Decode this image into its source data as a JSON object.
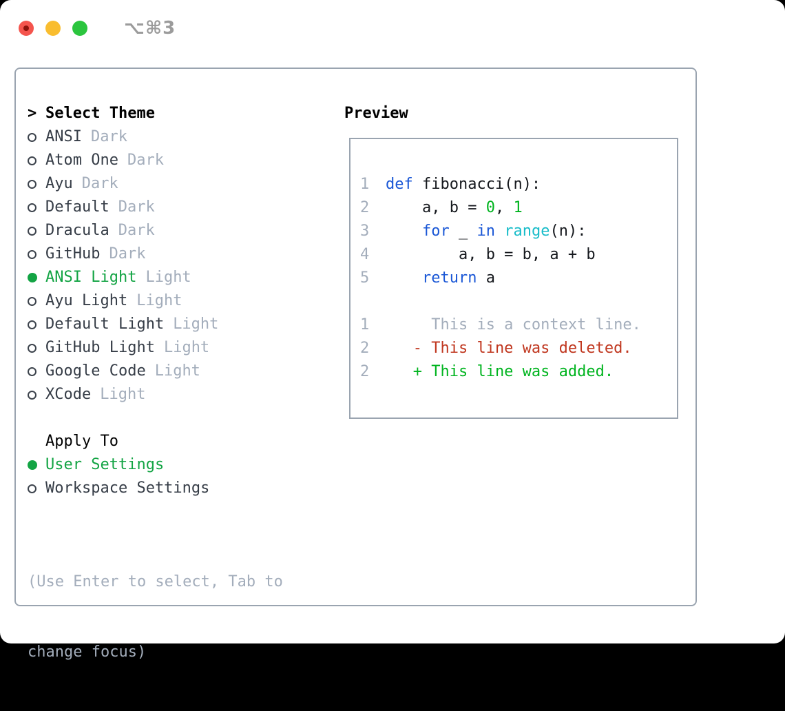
{
  "window": {
    "title": "⌥⌘3"
  },
  "colors": {
    "border": "#9aa4b0",
    "circle": "#3c434c",
    "black": "#000000",
    "fg-dark": "#363d47",
    "code-fg": "#15181d",
    "muted": "#a3adbb",
    "title-gray": "#9b9b9b",
    "green-ui": "#13a444",
    "green-code": "#00b41f",
    "red": "#c0371f",
    "blue": "#1a57d6",
    "cyan": "#17bcc9",
    "tl-red": "#f4544d",
    "tl-red-dot": "#8c120b",
    "tl-yellow": "#f9bd2f",
    "tl-green": "#2bc53e"
  },
  "panel": {
    "theme_section": {
      "header_prefix": ">",
      "header": "Select Theme",
      "items": [
        {
          "name": "ANSI",
          "variant": "Dark",
          "selected": false
        },
        {
          "name": "Atom One",
          "variant": "Dark",
          "selected": false
        },
        {
          "name": "Ayu",
          "variant": "Dark",
          "selected": false
        },
        {
          "name": "Default",
          "variant": "Dark",
          "selected": false
        },
        {
          "name": "Dracula",
          "variant": "Dark",
          "selected": false
        },
        {
          "name": "GitHub",
          "variant": "Dark",
          "selected": false
        },
        {
          "name": "ANSI Light",
          "variant": "Light",
          "selected": true
        },
        {
          "name": "Ayu Light",
          "variant": "Light",
          "selected": false
        },
        {
          "name": "Default Light",
          "variant": "Light",
          "selected": false
        },
        {
          "name": "GitHub Light",
          "variant": "Light",
          "selected": false
        },
        {
          "name": "Google Code",
          "variant": "Light",
          "selected": false
        },
        {
          "name": "XCode",
          "variant": "Light",
          "selected": false
        }
      ]
    },
    "apply_section": {
      "header": "Apply To",
      "items": [
        {
          "label": "User Settings",
          "selected": true
        },
        {
          "label": "Workspace Settings",
          "selected": false
        }
      ]
    },
    "hint_lines": [
      "(Use Enter to select, Tab to",
      "change focus)"
    ],
    "preview": {
      "header": "Preview",
      "code_lines": [
        {
          "num": "1",
          "tokens": [
            {
              "t": "def",
              "c": "blue"
            },
            {
              "t": " fibonacci(n):"
            }
          ]
        },
        {
          "num": "2",
          "tokens": [
            {
              "t": "    a, b = "
            },
            {
              "t": "0",
              "c": "green"
            },
            {
              "t": ", "
            },
            {
              "t": "1",
              "c": "green"
            }
          ]
        },
        {
          "num": "3",
          "tokens": [
            {
              "t": "    "
            },
            {
              "t": "for",
              "c": "blue"
            },
            {
              "t": " _ "
            },
            {
              "t": "in",
              "c": "blue"
            },
            {
              "t": " "
            },
            {
              "t": "range",
              "c": "cyan"
            },
            {
              "t": "(n):"
            }
          ]
        },
        {
          "num": "4",
          "tokens": [
            {
              "t": "        a, b = b, a + b"
            }
          ]
        },
        {
          "num": "5",
          "tokens": [
            {
              "t": "    "
            },
            {
              "t": "return",
              "c": "blue"
            },
            {
              "t": " a"
            }
          ]
        },
        {
          "num": "",
          "tokens": []
        },
        {
          "num": "1",
          "tokens": [
            {
              "t": "     This is a context line.",
              "c": "muted"
            }
          ]
        },
        {
          "num": "2",
          "tokens": [
            {
              "t": "   - This line was deleted.",
              "c": "red"
            }
          ]
        },
        {
          "num": "2",
          "tokens": [
            {
              "t": "   + This line was added.",
              "c": "green"
            }
          ]
        }
      ]
    }
  }
}
